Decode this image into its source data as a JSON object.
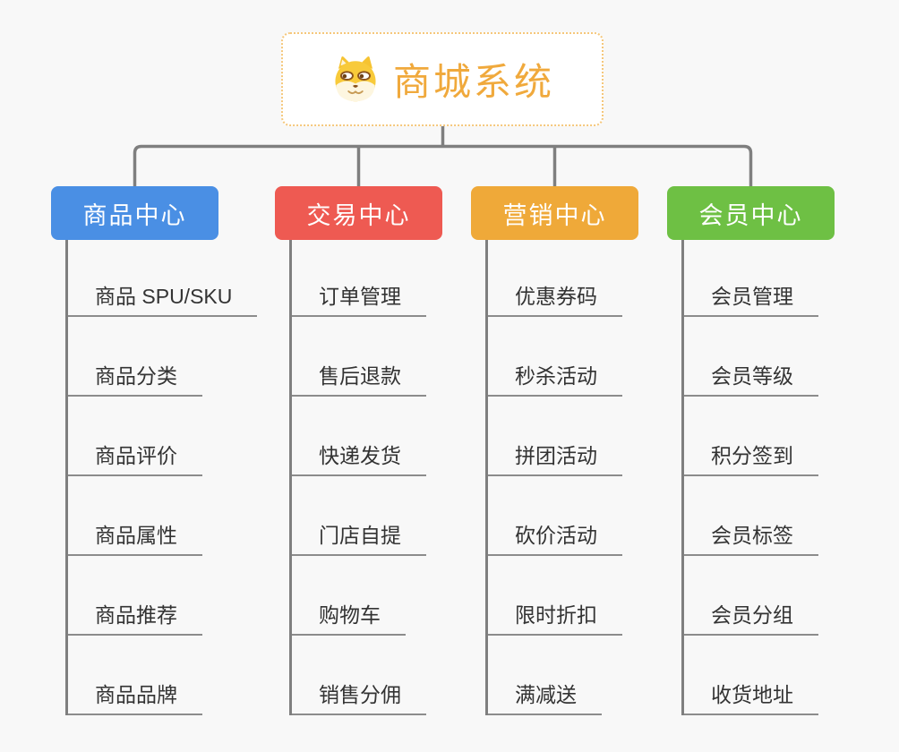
{
  "page": {
    "background_color": "#f8f8f8",
    "connector_color": "#7f7f7f",
    "leaf_underline_color": "#8c8c8c",
    "leaf_text_color": "#333333"
  },
  "root": {
    "title": "商城系统",
    "icon": "dog-face-icon",
    "text_color": "#f0a93c",
    "border_color": "#f5c77b",
    "background": "#ffffff"
  },
  "branches": [
    {
      "label": "商品中心",
      "color": "#4a8fe4",
      "children": [
        "商品 SPU/SKU",
        "商品分类",
        "商品评价",
        "商品属性",
        "商品推荐",
        "商品品牌"
      ]
    },
    {
      "label": "交易中心",
      "color": "#ee5a52",
      "children": [
        "订单管理",
        "售后退款",
        "快递发货",
        "门店自提",
        "购物车",
        "销售分佣"
      ]
    },
    {
      "label": "营销中心",
      "color": "#efa939",
      "children": [
        "优惠券码",
        "秒杀活动",
        "拼团活动",
        "砍价活动",
        "限时折扣",
        "满减送"
      ]
    },
    {
      "label": "会员中心",
      "color": "#6ec044",
      "children": [
        "会员管理",
        "会员等级",
        "积分签到",
        "会员标签",
        "会员分组",
        "收货地址"
      ]
    }
  ]
}
